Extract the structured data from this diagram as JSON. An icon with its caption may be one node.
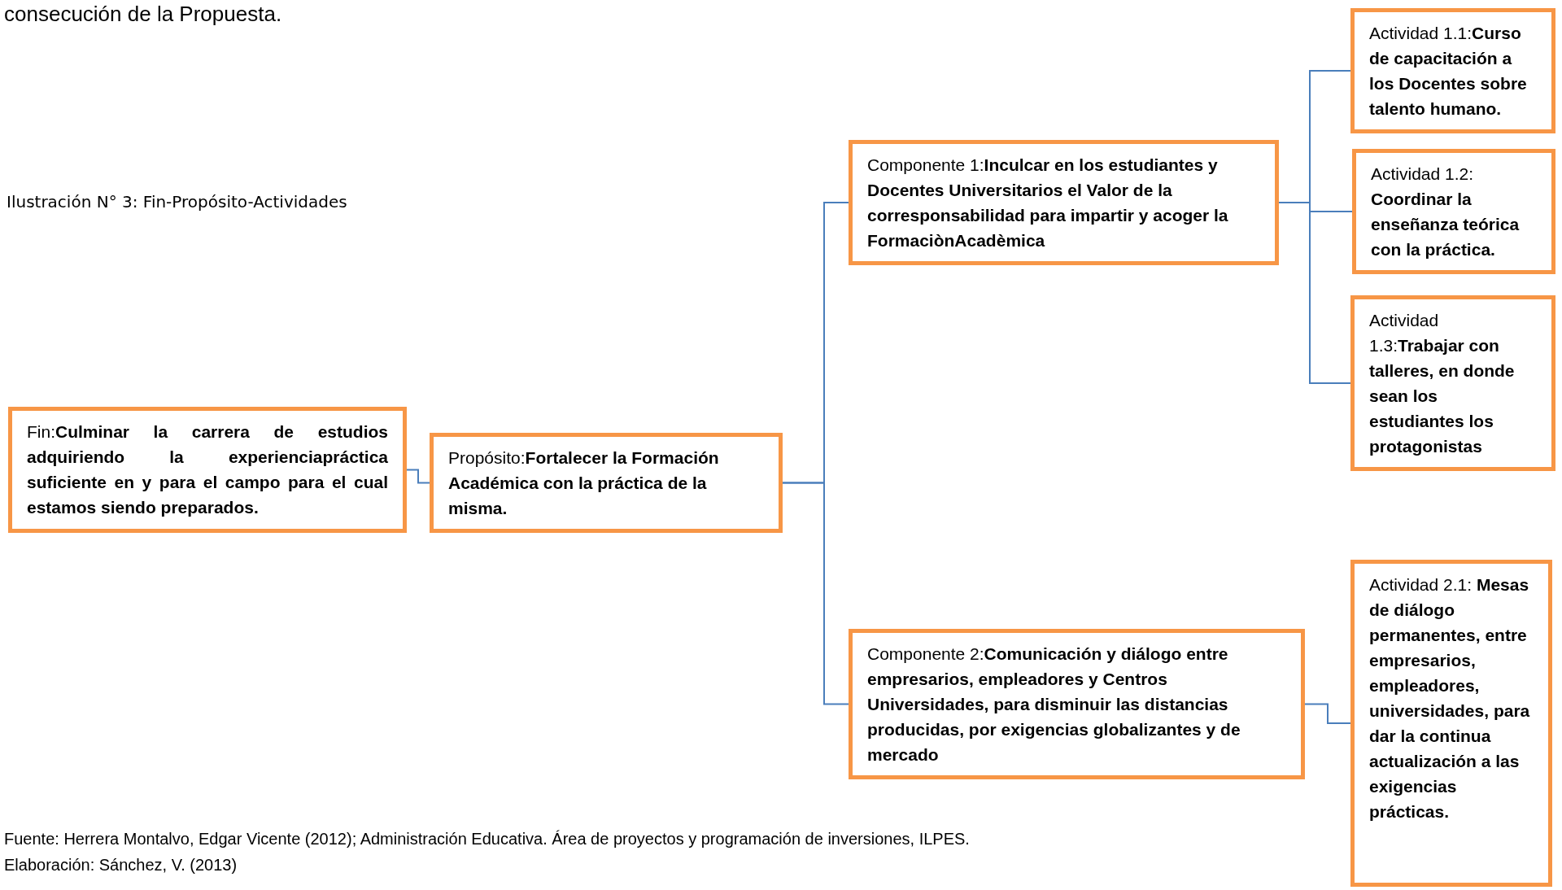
{
  "diagram": {
    "title": "Ilustración N° 3: Fin-Propósito-Actividades",
    "nodes": [
      {
        "text": [
          "Fin:**Culminar la carrera de estudios adquiriendo la experienciapráctica suficiente en y para el campo para el cual estamos siendo preparados.**"
        ]
      },
      {
        "text": [
          "Propósito:**Fortalecer la Formación Académica con la práctica de la misma.**"
        ]
      },
      {
        "text": [
          "Componente 1:**Inculcar en los estudiantes y Docentes Universitarios el Valor de la corresponsabilidad para impartir y acoger la FormaciònAcadèmica**"
        ]
      },
      {
        "text": [
          "Componente 2:**Comunicación y diálogo entre empresarios, empleadores y Centros Universidades, para disminuir las distancias producidas, por exigencias globalizantes y de mercado**"
        ]
      },
      {
        "text": [
          "Actividad 1.1:**Curso de capacitación a los Docentes sobre talento humano.**"
        ]
      },
      {
        "text": [
          "Actividad 1.2: **Coordinar la enseñanza teórica con la práctica.**"
        ]
      },
      {
        "text": [
          "Actividad 1.3:**Trabajar con talleres, en donde sean los estudiantes los protagonistas**"
        ]
      },
      {
        "text": [
          "Actividad 2.1: **Mesas de diálogo permanentes, entre empresarios, empleadores, universidades, para dar la continua actualización a las exigencias prácticas.**"
        ]
      }
    ],
    "edges": [
      {
        "from": 0,
        "to": 1,
        "arrow": "none"
      },
      {
        "from": 1,
        "to": 2,
        "arrow": "none"
      },
      {
        "from": 1,
        "to": 3,
        "arrow": "none"
      },
      {
        "from": 2,
        "to": 4,
        "arrow": "none"
      },
      {
        "from": 2,
        "to": 5,
        "arrow": "none"
      },
      {
        "from": 2,
        "to": 6,
        "arrow": "none"
      },
      {
        "from": 3,
        "to": 7,
        "arrow": "none"
      }
    ],
    "labels": [
      "consecución de la Propuesta.",
      "Fuente: Herrera Montalvo, Edgar Vicente (2012); Administración Educativa. Área de proyectos y programación de inversiones, ILPES.",
      "Elaboración: Sánchez, V. (2013)"
    ]
  }
}
